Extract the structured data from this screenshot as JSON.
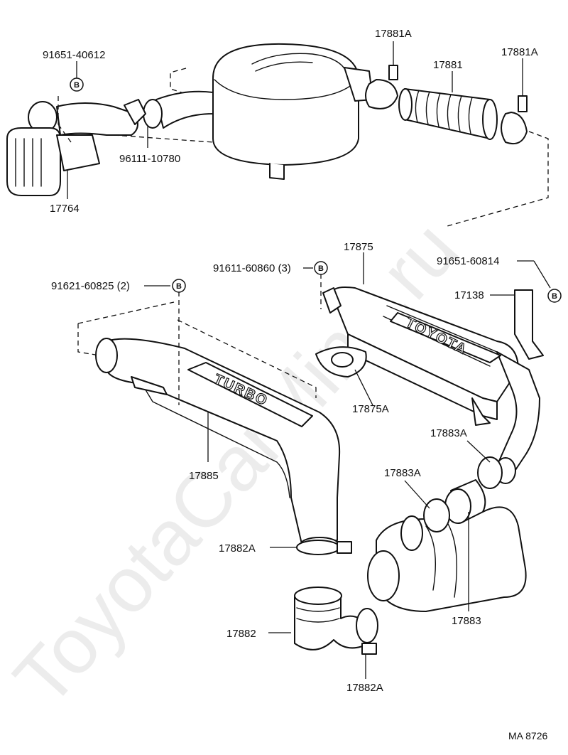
{
  "labels": {
    "p17881A_top": "17881A",
    "p17881": "17881",
    "p17881A_right": "17881A",
    "p91651_40612": "91651-40612",
    "p96111_10780": "96111-10780",
    "p17764": "17764",
    "p17875": "17875",
    "p91611_60860": "91611-60860 (3)",
    "p91651_60814": "91651-60814",
    "p17138": "17138",
    "p91621_60825": "91621-60825 (2)",
    "p17875A": "17875A",
    "p17885": "17885",
    "p17883A_upper": "17883A",
    "p17883A_lower": "17883A",
    "p17882A_upper": "17882A",
    "p17882": "17882",
    "p17882A_lower": "17882A",
    "p17883": "17883"
  },
  "bolt_marker": "B",
  "embossed": {
    "turbo": "TURBO",
    "toyota": "TOYOTA"
  },
  "watermark": "ToyotaCarMine.ru",
  "ref_code": "MA  8726"
}
